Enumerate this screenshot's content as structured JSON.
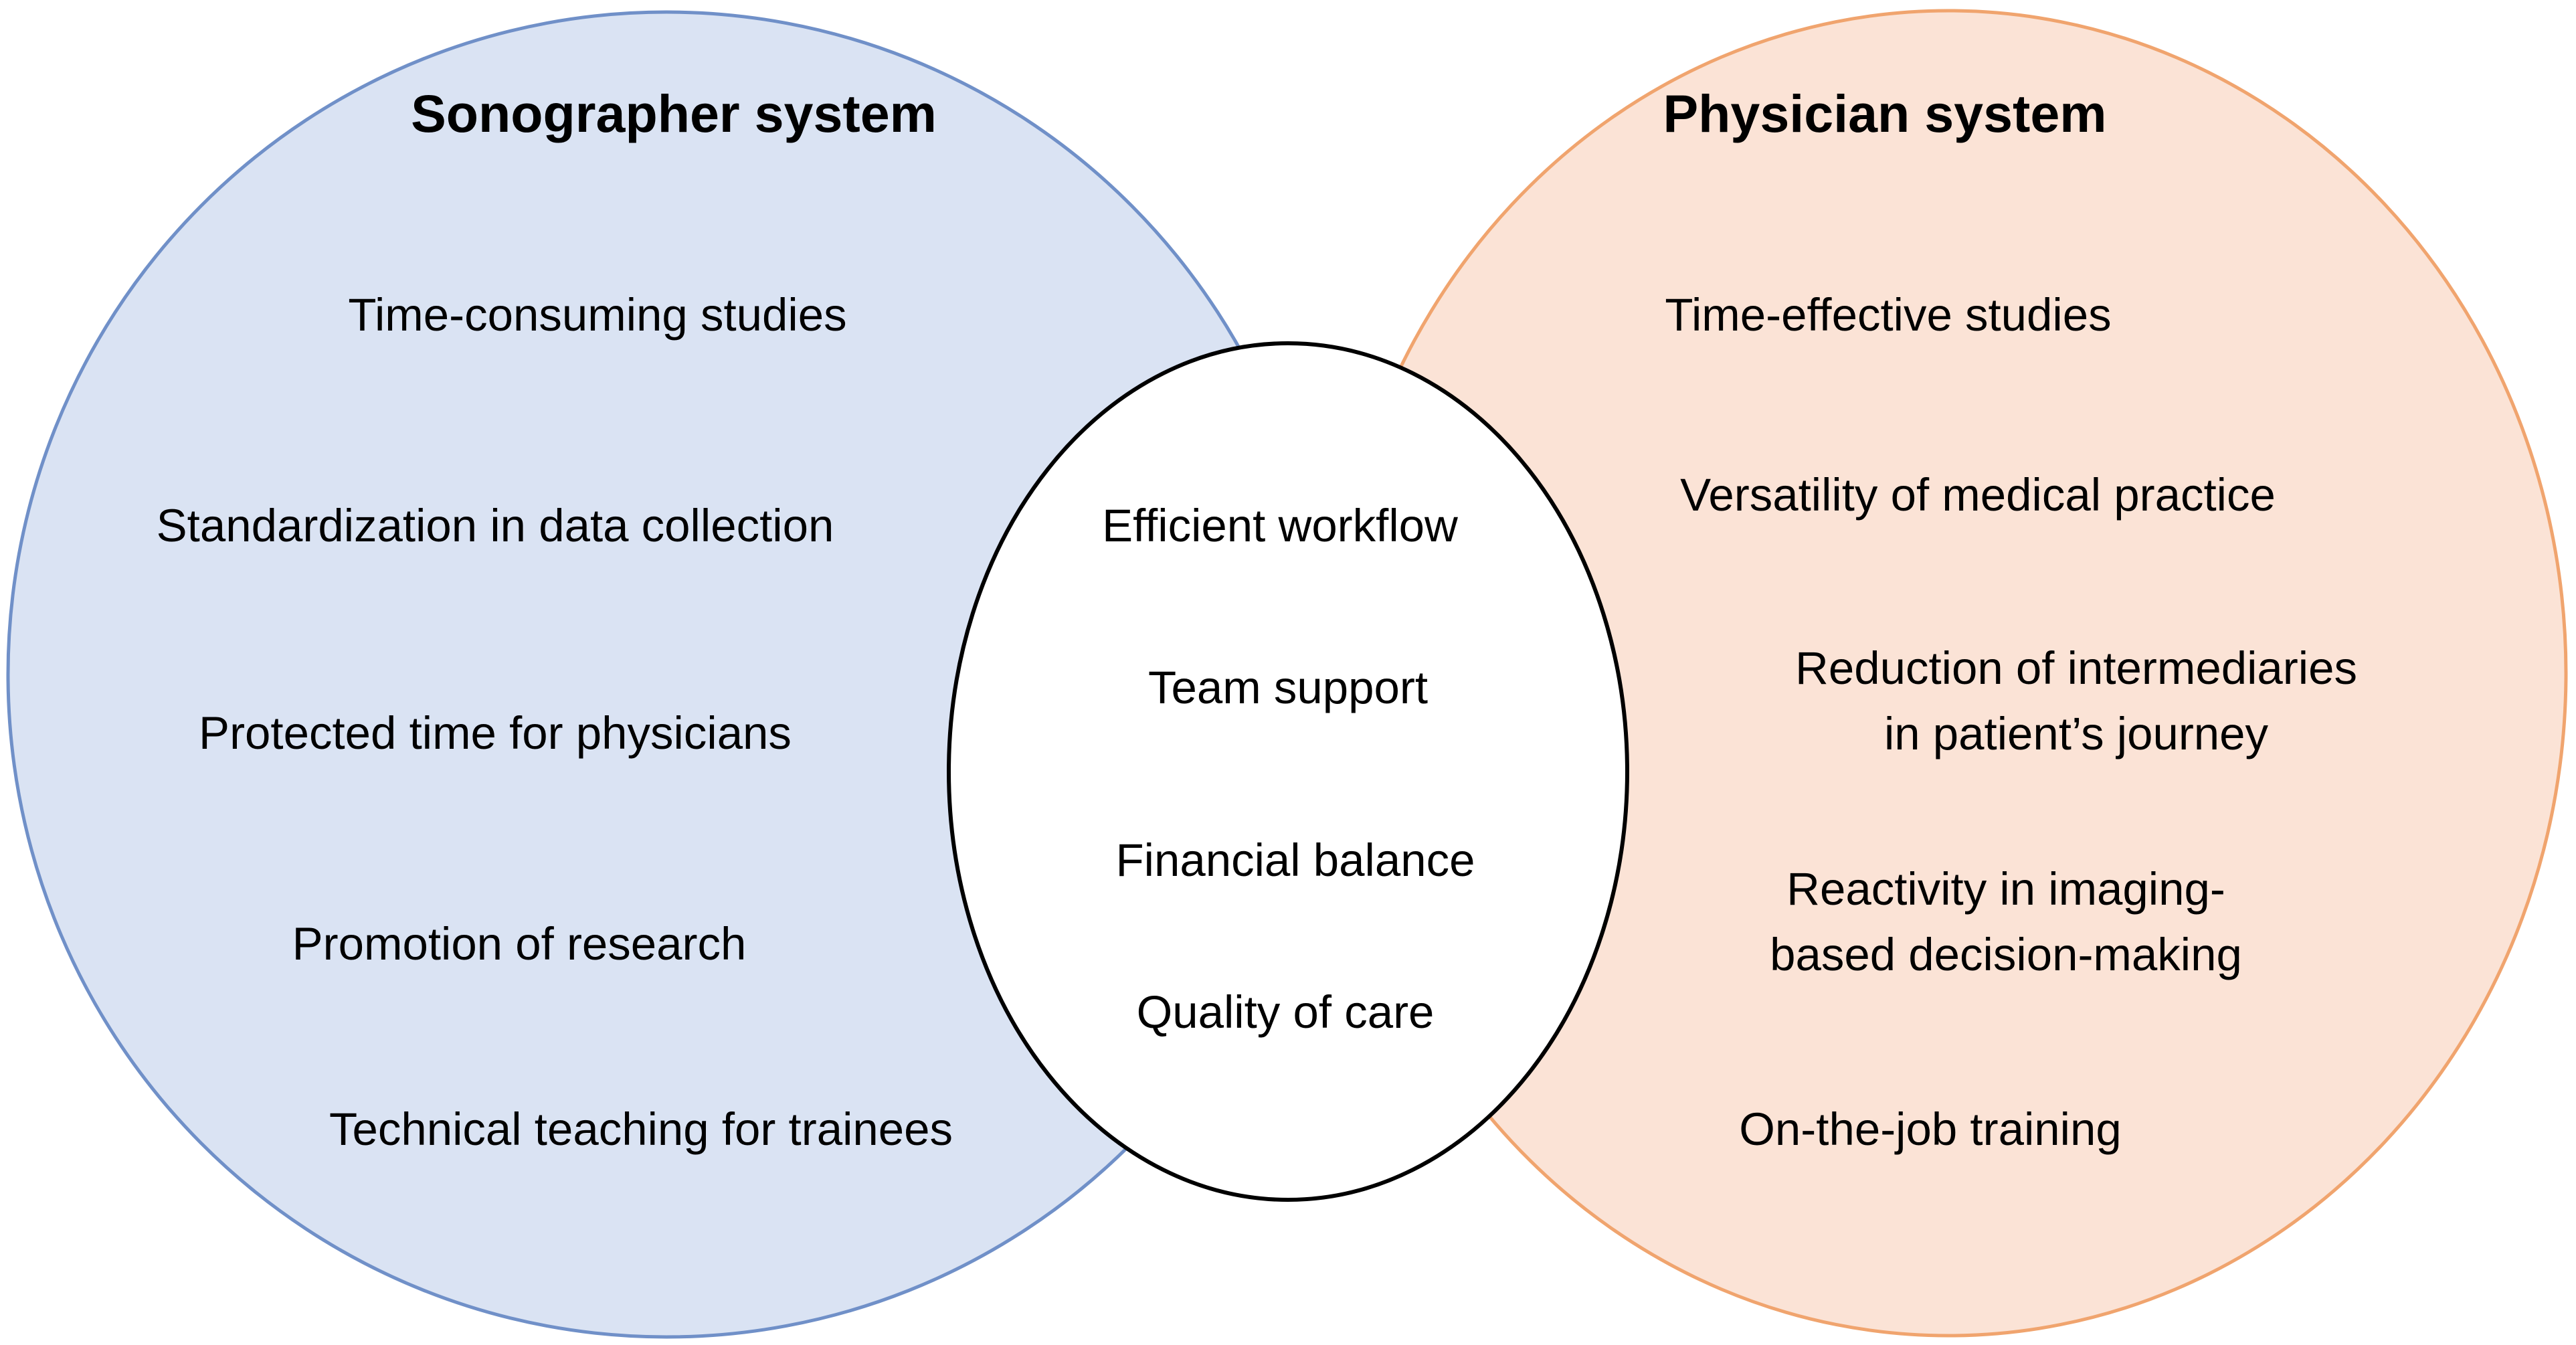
{
  "colors": {
    "left_fill": "#dae3f3",
    "left_stroke": "#7090c8",
    "right_fill": "#fbe3d6",
    "right_stroke": "#f0a46e",
    "center_fill": "#ffffff",
    "center_stroke": "#000000",
    "text": "#000000"
  },
  "left": {
    "title": "Sonographer system",
    "items": [
      "Time-consuming studies",
      "Standardization in data collection",
      "Protected time for physicians",
      "Promotion of research",
      "Technical teaching for trainees"
    ]
  },
  "center": {
    "items": [
      "Efficient workflow",
      "Team support",
      "Financial balance",
      "Quality of care"
    ]
  },
  "right": {
    "title": "Physician system",
    "items": [
      "Time-effective studies",
      "Versatility of medical practice",
      "Reduction of intermediaries\nin patient’s journey",
      "Reactivity in imaging-\nbased decision-making",
      "On-the-job training"
    ]
  }
}
